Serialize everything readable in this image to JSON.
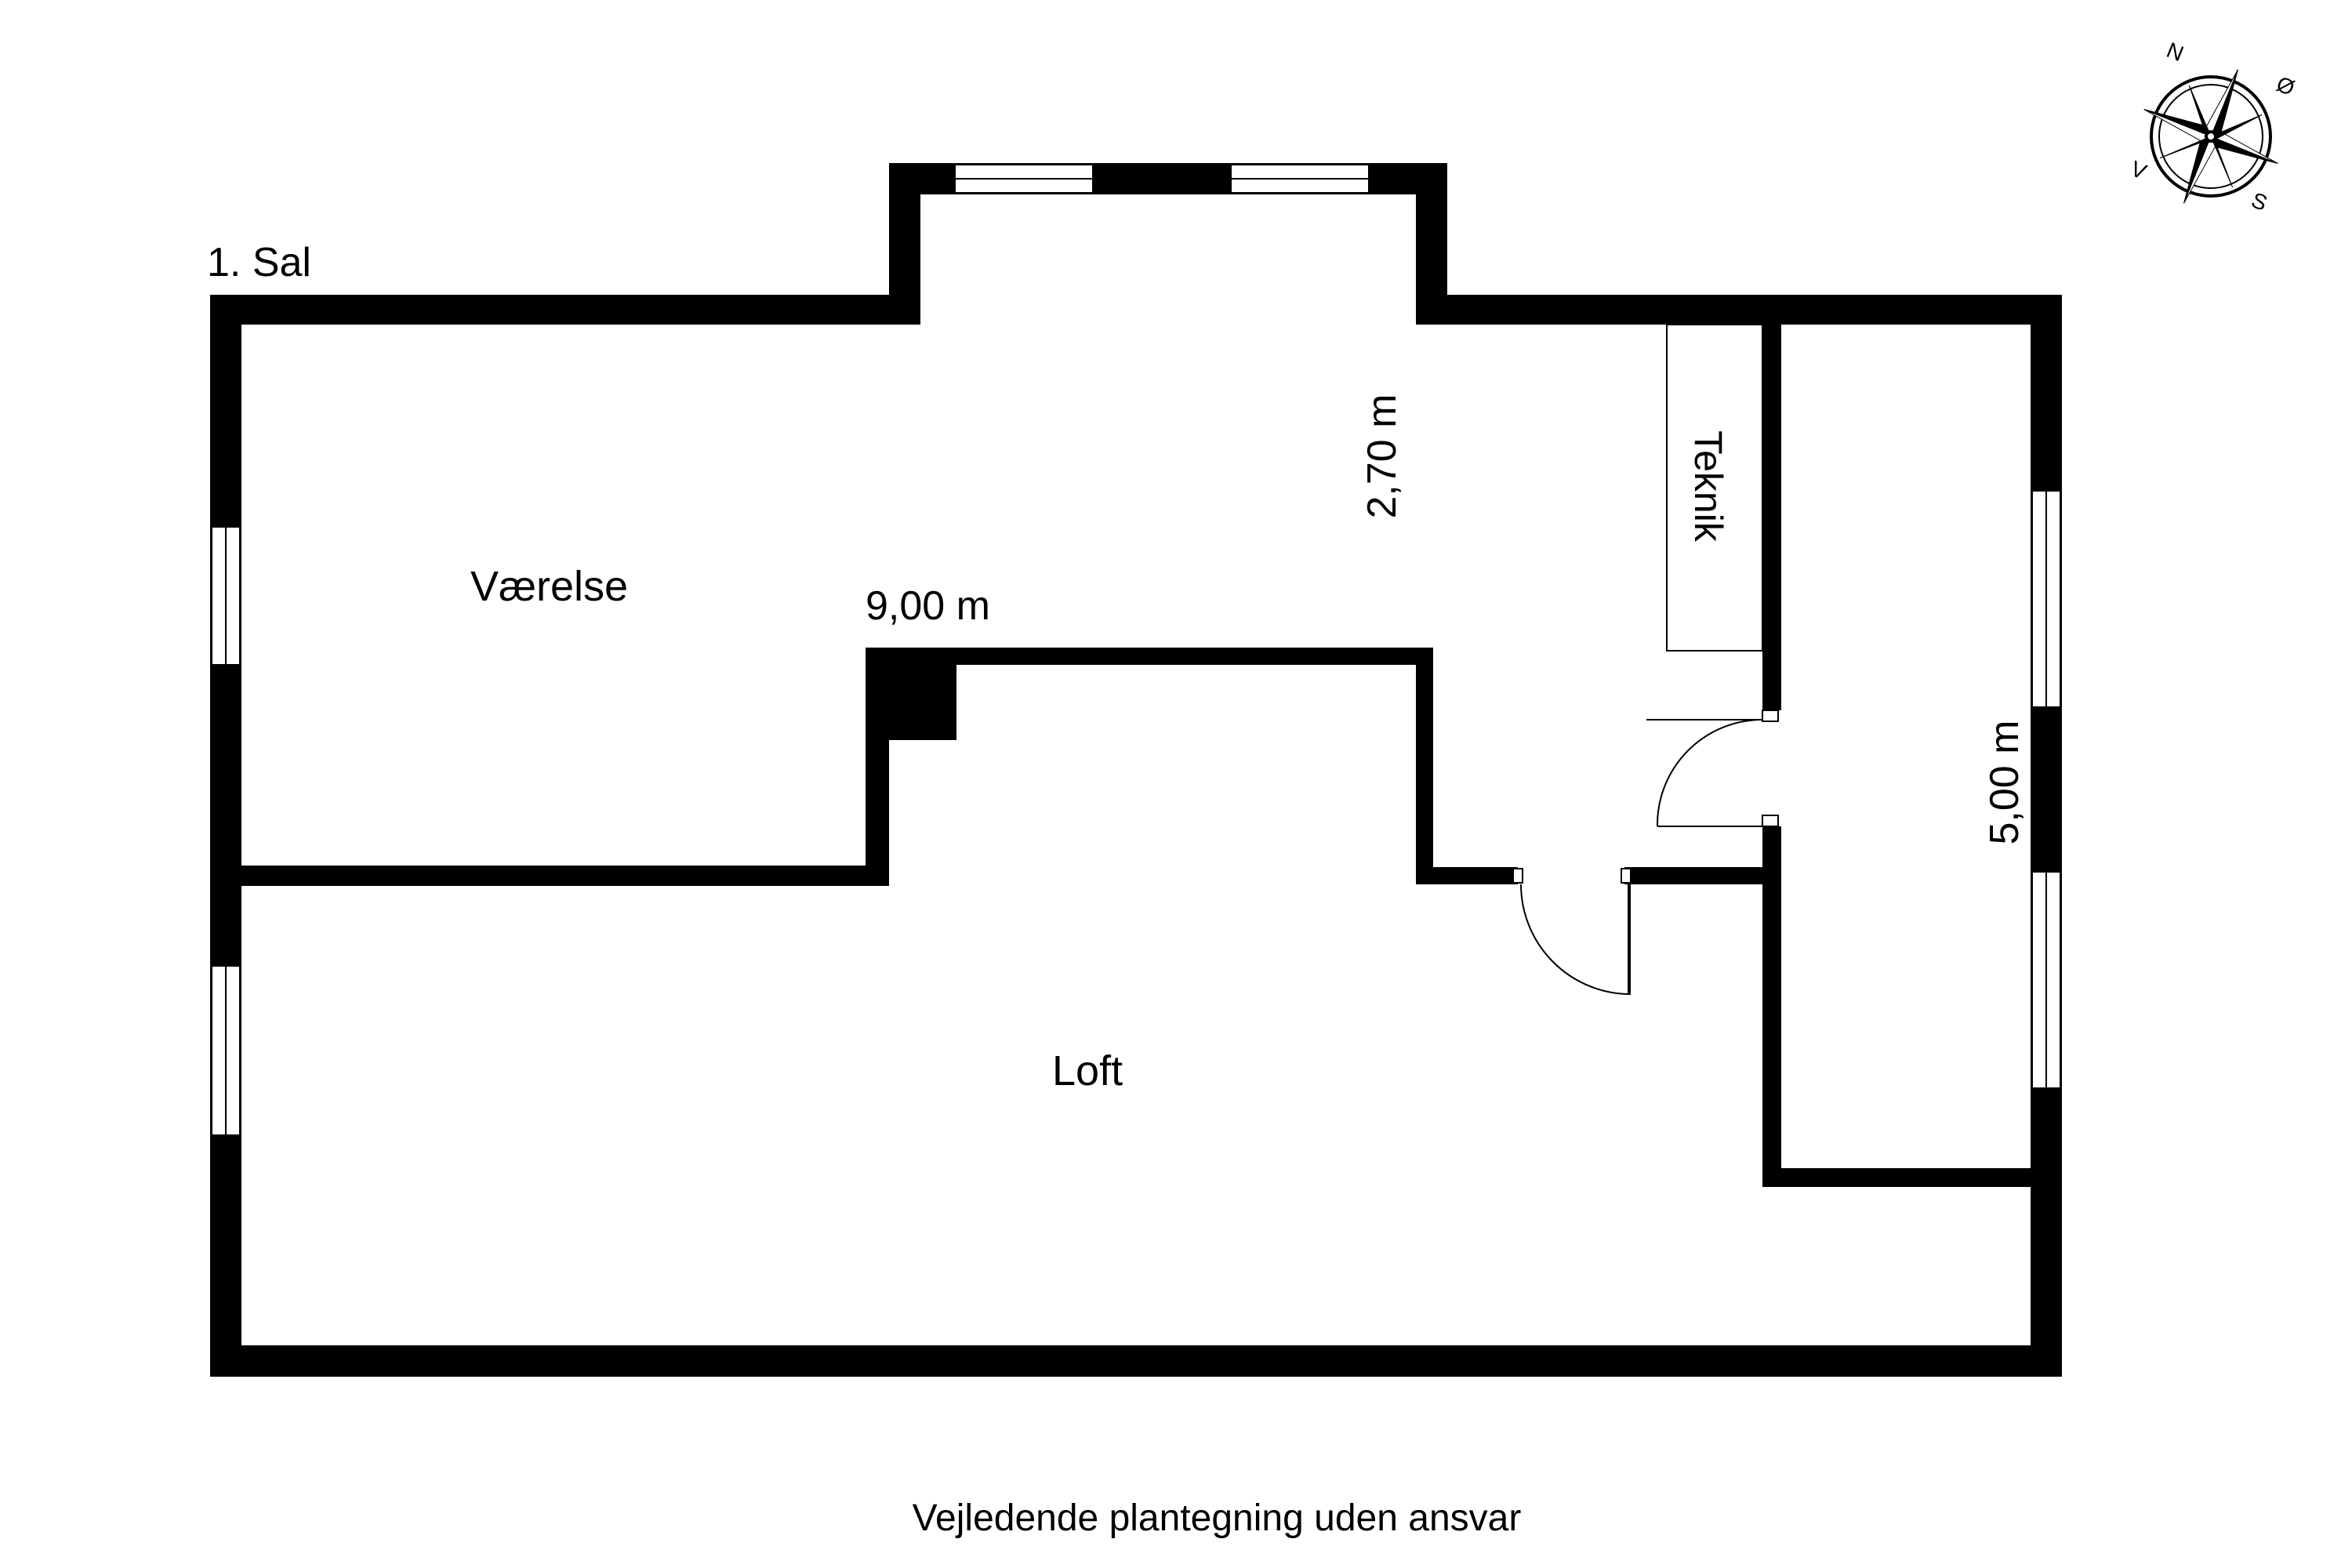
{
  "floor_label": "1. Sal",
  "rooms": {
    "vaerelse": "Værelse",
    "loft": "Loft",
    "teknik": "Teknik"
  },
  "dimensions": {
    "width_label": "9,00 m",
    "height_label": "2,70 m",
    "side_label": "5,00 m"
  },
  "compass": {
    "north": "N",
    "east": "Ø",
    "south": "S",
    "west": "V"
  },
  "footer": "Vejledende plantegning uden ansvar"
}
